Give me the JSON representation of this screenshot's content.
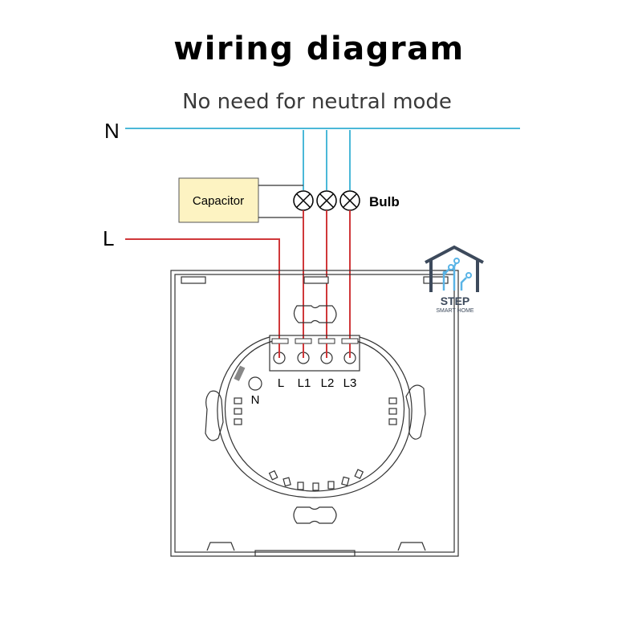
{
  "title": "wiring diagram",
  "subtitle": "No need for neutral mode",
  "lines": {
    "neutral_label": "N",
    "live_label": "L"
  },
  "components": {
    "capacitor_label": "Capacitor",
    "bulb_label": "Bulb"
  },
  "terminals": [
    "L",
    "L1",
    "L2",
    "L3"
  ],
  "switch_neutral_label": "N",
  "logo": {
    "name": "STEP",
    "tagline": "SMART HOME"
  },
  "colors": {
    "neutral_wire": "#4bb8d8",
    "live_wire": "#d0383a",
    "logo_dark": "#3d4a5c",
    "logo_blue": "#5ab4e6",
    "capacitor_fill": "#fdf3c2"
  }
}
